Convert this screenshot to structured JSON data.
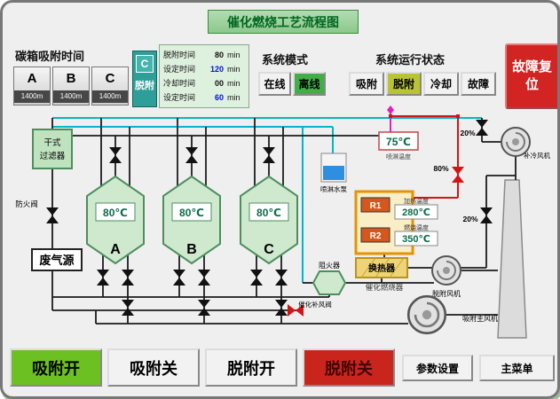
{
  "title": "催化燃烧工艺流程图",
  "adsorb": {
    "label": "碳箱吸附时间",
    "boxes": [
      {
        "name": "A",
        "time": "1400m"
      },
      {
        "name": "B",
        "time": "1400m"
      },
      {
        "name": "C",
        "time": "1400m"
      }
    ]
  },
  "active": {
    "name": "C",
    "mode": "脱附"
  },
  "timers": [
    {
      "label": "脱附时间",
      "value": "80",
      "unit": "min"
    },
    {
      "label": "设定时间",
      "value": "120",
      "unit": "min"
    },
    {
      "label": "冷却时间",
      "value": "00",
      "unit": "min"
    },
    {
      "label": "设定时间",
      "value": "60",
      "unit": "min"
    }
  ],
  "mode": {
    "label": "系统模式",
    "online": "在线",
    "offline": "离线"
  },
  "status": {
    "label": "系统运行状态",
    "items": [
      "吸附",
      "脱附",
      "冷却",
      "故障"
    ]
  },
  "fault_reset": "故障复位",
  "diagram": {
    "dry_filter_line1": "干式",
    "dry_filter_line2": "过滤器",
    "fire_valve": "防火阀",
    "waste_gas": "废气源",
    "tanks": [
      {
        "name": "A",
        "temp": "80℃"
      },
      {
        "name": "B",
        "temp": "80℃"
      },
      {
        "name": "C",
        "temp": "80℃"
      }
    ],
    "spray_temp": "75℃",
    "spray_temp_label": "喷淋温度",
    "spray_pump": "喷淋水泵",
    "heater": {
      "r1": "R1",
      "r2": "R2",
      "heat_label": "加热温度",
      "heat_temp": "280℃",
      "burn_label": "燃烧温度",
      "burn_temp": "350℃"
    },
    "heat_exchanger": "换热器",
    "catalytic_burner": "催化燃烧器",
    "flame_arrester": "阻火器",
    "makeup_valve": "催化补风阀",
    "valves": {
      "fan_inlet": "20%",
      "mix": "20%",
      "hot_bypass": "80%"
    },
    "fans": {
      "cooling": "补冷风机",
      "desorption": "脱附风机",
      "main": "吸附主风机"
    }
  },
  "buttons": {
    "adsorb_on": "吸附开",
    "adsorb_off": "吸附关",
    "desorb_on": "脱附开",
    "desorb_off": "脱附关",
    "params": "参数设置",
    "menu": "主菜单"
  }
}
